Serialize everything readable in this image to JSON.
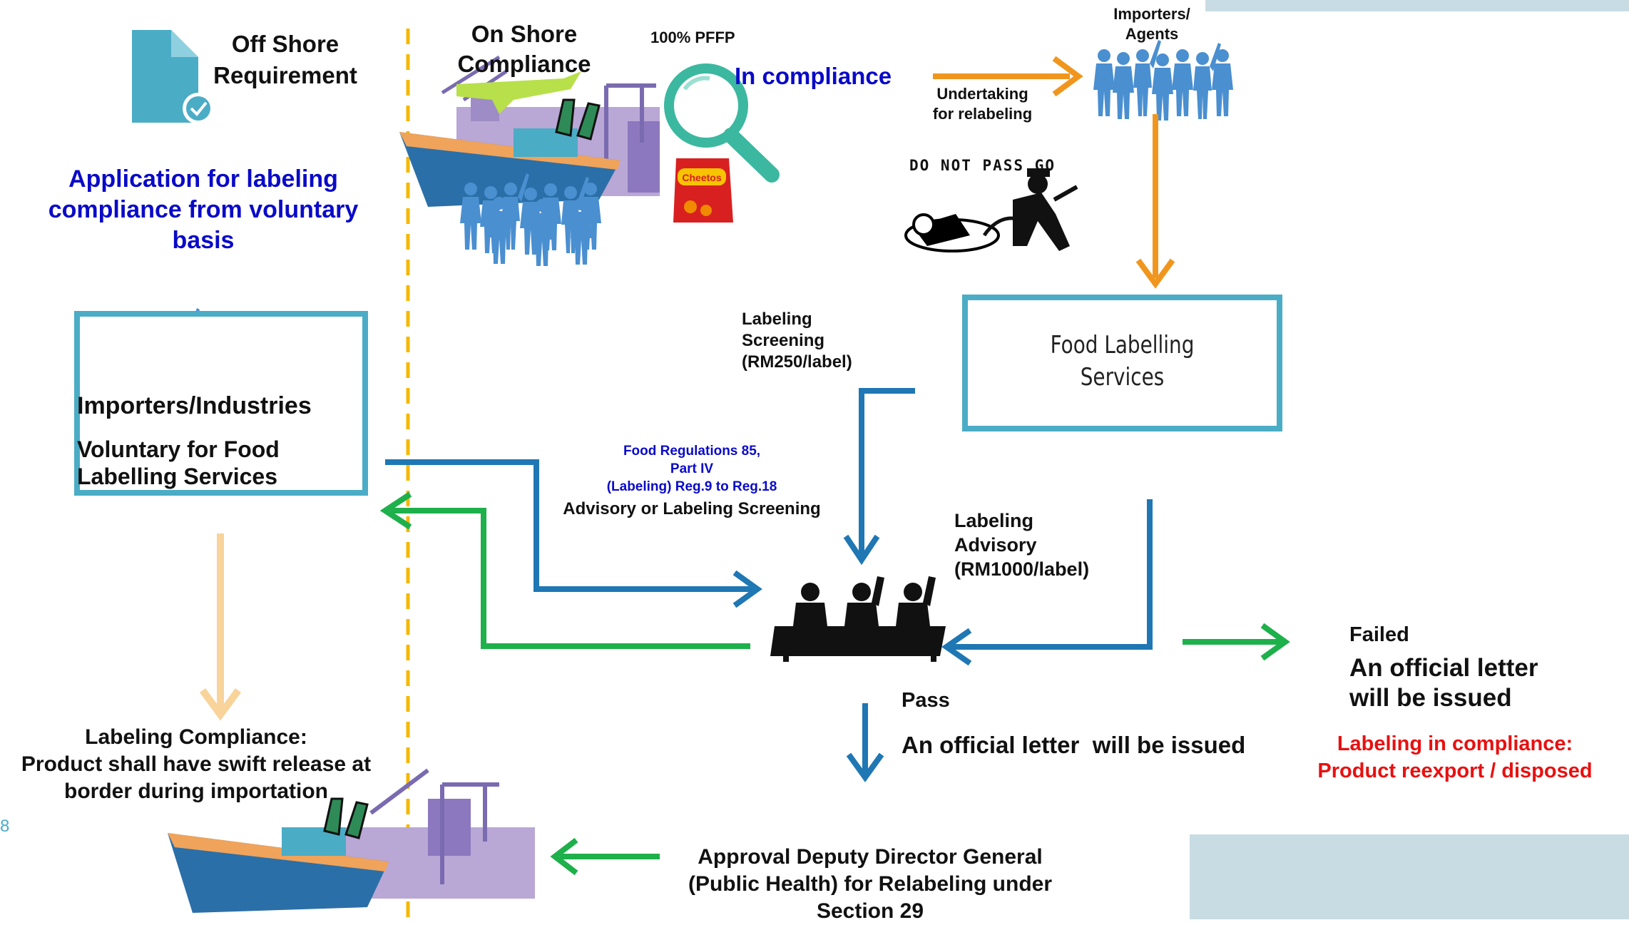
{
  "offshore": {
    "title_line1": "Off Shore",
    "title_line2": "Requirement"
  },
  "onshore": {
    "title_line1": "On Shore",
    "title_line2": "Compliance"
  },
  "pffp": {
    "label": "100% PFFP",
    "status": "In compliance",
    "snack_brand": "Cheetos"
  },
  "importers_agents": {
    "line1": "Importers/",
    "line2": "Agents"
  },
  "undertaking": {
    "line1": "Undertaking",
    "line2": "for relabeling"
  },
  "do_not_pass": "DO NOT PASS GO",
  "application": {
    "line1": "Application for labeling",
    "line2": "compliance from voluntary",
    "line3": "basis"
  },
  "importers_box": {
    "title": "Importers/Industries",
    "line1": "Voluntary for Food",
    "line2": "Labelling Services"
  },
  "screening": {
    "line1": "Labeling",
    "line2": "Screening",
    "line3": "(RM250/label)"
  },
  "food_labelling": {
    "line1": "Food Labelling",
    "line2": "Services"
  },
  "regulations": {
    "line1": "Food Regulations 85,",
    "line2": "Part IV",
    "line3": "(Labeling) Reg.9 to Reg.18",
    "line4": "Advisory or  Labeling Screening"
  },
  "advisory": {
    "line1": "Labeling",
    "line2": "Advisory",
    "line3": "(RM1000/label)"
  },
  "pass": {
    "label": "Pass",
    "letter": "An official letter  will be issued"
  },
  "failed": {
    "label": "Failed",
    "line1": "An official letter",
    "line2": "will be issued"
  },
  "failed_compliance": {
    "line1": "Labeling in compliance:",
    "line2": "Product reexport / disposed"
  },
  "labeling_compliance": {
    "line1": "Labeling Compliance:",
    "line2": "Product shall have swift release at",
    "line3": "border  during importation"
  },
  "approval": {
    "line1": "Approval Deputy Director General",
    "line2": "(Public Health) for Relabeling under",
    "line3": "Section 29"
  },
  "slide_number": "8",
  "colors": {
    "teal_box": "#4BACC6",
    "blue_arrow": "#1F77B4",
    "green_arrow": "#1EB04B",
    "orange_arrow": "#F0961E",
    "peach_arrow": "#F8D39A",
    "blue_text": "#0A0AC8",
    "red_text": "#E81010",
    "dashed_line": "#F5B800"
  }
}
